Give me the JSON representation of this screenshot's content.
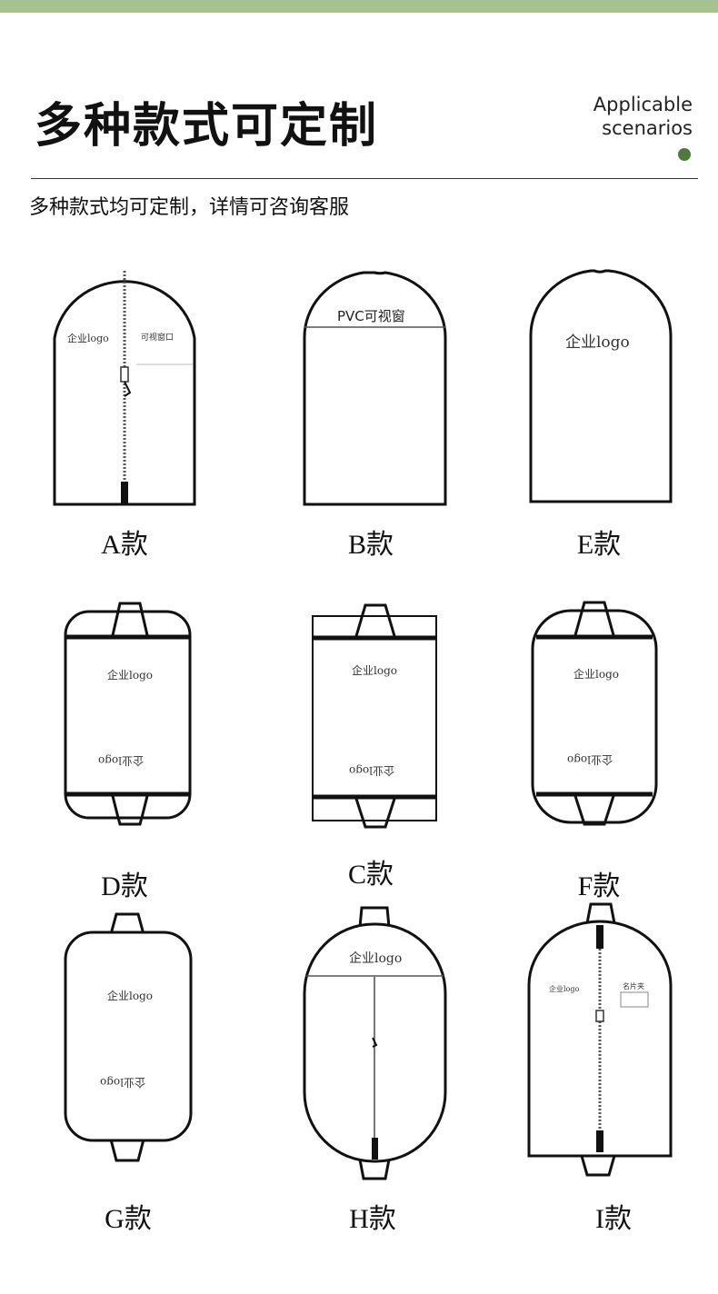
{
  "header": {
    "title": "多种款式可定制",
    "english_line1": "Applicable",
    "english_line2": "scenarios",
    "subtitle": "多种款式均可定制，详情可咨询客服"
  },
  "colors": {
    "accent_bar": "#a6c28e",
    "accent_dot": "#4f7a3d"
  },
  "styles": {
    "a": {
      "label": "A款",
      "logo": "企业logo",
      "window": "可视窗口"
    },
    "b": {
      "label": "B款",
      "window": "PVC可视窗"
    },
    "e": {
      "label": "E款",
      "logo": "企业logo"
    },
    "d": {
      "label": "D款",
      "logo": "企业logo",
      "logo_flipped": "企业logo"
    },
    "c": {
      "label": "C款",
      "logo": "企业logo",
      "logo_flipped": "企业logo"
    },
    "f": {
      "label": "F款",
      "logo": "企业logo",
      "logo_flipped": "企业logo"
    },
    "g": {
      "label": "G款",
      "logo": "企业logo",
      "logo_flipped": "企业logo"
    },
    "h": {
      "label": "H款",
      "logo": "企业logo"
    },
    "i": {
      "label": "I款",
      "logo": "企业logo",
      "card": "名片夹"
    }
  }
}
